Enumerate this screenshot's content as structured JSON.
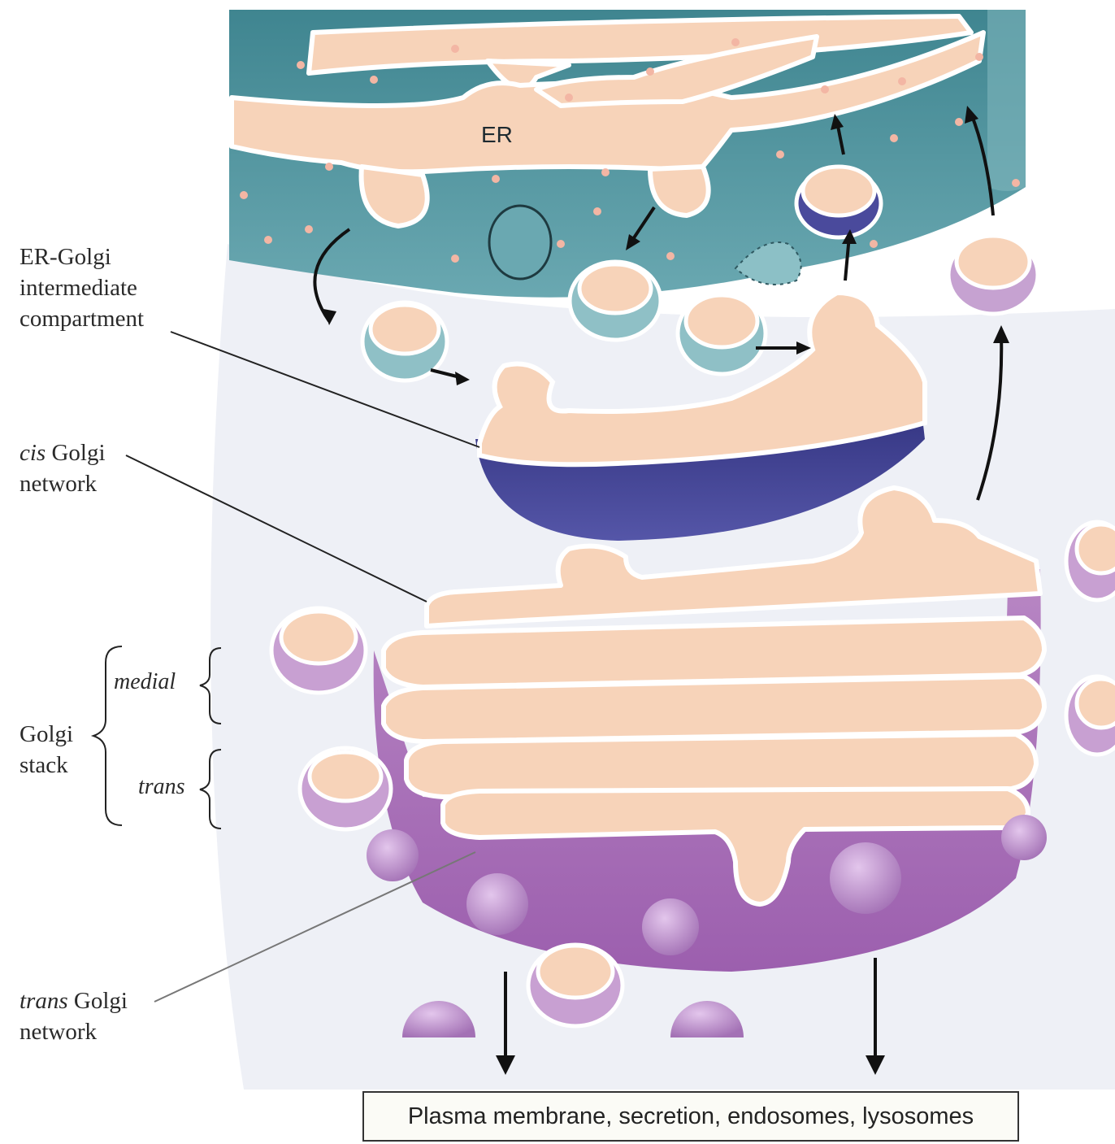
{
  "labels": {
    "er": "ER",
    "ergic": [
      "ER-Golgi",
      "intermediate",
      "compartment"
    ],
    "cis_italic": "cis",
    "cis_rest": " Golgi",
    "cis_line2": "network",
    "stack": [
      "Golgi",
      "stack"
    ],
    "medial": "medial",
    "trans_sub": "trans",
    "tgn_italic": "trans",
    "tgn_rest": " Golgi",
    "tgn_line2": "network",
    "destinations": "Plasma membrane, secretion, endosomes, lysosomes"
  },
  "colors": {
    "er_surface": "#4f8f99",
    "er_lumen": "#f7d3b9",
    "cis_face": "#3a3b88",
    "golgi_face": "#a86fb6",
    "background": "#eef0f6"
  }
}
